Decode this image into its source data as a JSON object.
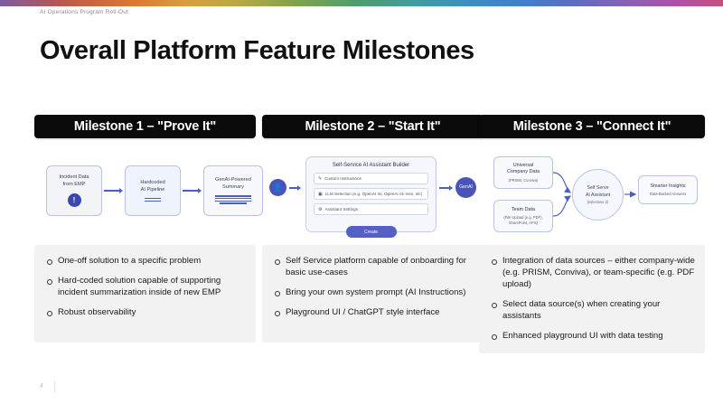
{
  "deck": {
    "label": "AI Operations Program Roll-Out"
  },
  "title": "Overall Platform Feature Milestones",
  "footer": {
    "page_number": "4"
  },
  "colors": {
    "header_bar": "#0a0a0a",
    "accent_blue": "#4a54b8",
    "panel_gray": "#f2f2f2",
    "box_border": "#b9c2e8"
  },
  "milestones": [
    {
      "header": "Milestone 1 – \"Prove It\"",
      "diagram": {
        "type": "linear-flow",
        "nodes": [
          {
            "label": "Incident Data\nfrom EMP",
            "line1": "Incident Data",
            "line2": "from EMP",
            "badge": "!"
          },
          {
            "label": "Hardcoded\nAI Pipeline",
            "line1": "Hardcoded",
            "line2": "AI Pipeline"
          },
          {
            "label": "GenAI-Powered\nSummary",
            "line1": "GenAI-Powered",
            "line2": "Summary"
          }
        ]
      },
      "bullets": [
        "One-off solution to a specific problem",
        "Hard-coded solution capable of supporting incident summarization inside of new EMP",
        "Robust observability"
      ]
    },
    {
      "header": "Milestone 2 – \"Start It\"",
      "diagram": {
        "type": "builder-panel",
        "user_icon": "user-icon",
        "output_label": "GenAI",
        "panel_title": "Self-Service AI Assistant Builder",
        "rows": [
          {
            "icon": "pencil-icon",
            "label": "Custom Instructions"
          },
          {
            "icon": "robot-icon",
            "label": "LLM Selection (e.g. OpenAI 4o, OpenAI o1-mini, etc)"
          },
          {
            "icon": "gear-icon",
            "label": "Assistant Settings"
          }
        ],
        "create_button": "Create"
      },
      "bullets": [
        "Self Service platform capable of onboarding for basic use-cases",
        "Bring your own system prompt (AI Instructions)",
        "Playground UI / ChatGPT style interface"
      ]
    },
    {
      "header": "Milestone 3 – \"Connect It\"",
      "diagram": {
        "type": "converging-flow",
        "sources": [
          {
            "title": "Universal\nCompany Data",
            "line1": "Universal",
            "line2": "Company Data",
            "sub": "(PRISM, Conviva)"
          },
          {
            "title": "Team Data",
            "line1": "Team Data",
            "line2": "",
            "sub": "(File Upload (e.g. PDF),\nSharePoint, APIs)"
          }
        ],
        "hub": {
          "line1": "Self Serve",
          "line2": "AI Assistant",
          "sub": "(milestone 2)"
        },
        "output": {
          "line1": "Smarter Insights",
          "sub": "Data-Backed Answers"
        }
      },
      "bullets": [
        "Integration of data sources – either company-wide (e.g. PRISM, Conviva), or team-specific (e.g. PDF upload)",
        "Select data source(s) when creating your assistants",
        "Enhanced playground UI with data testing"
      ]
    }
  ]
}
